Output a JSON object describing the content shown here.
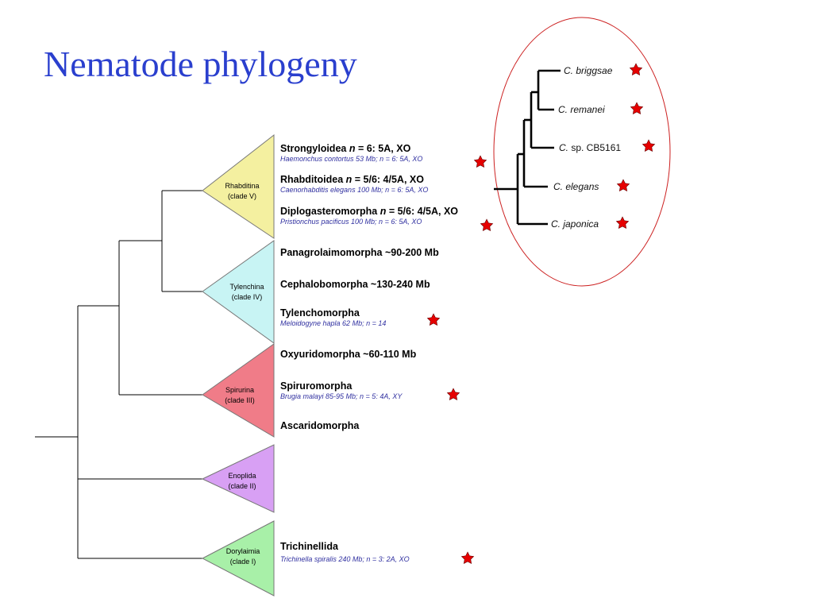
{
  "slide": {
    "title": "Nematode phylogeny"
  },
  "colors": {
    "title": "#2a3fce",
    "clade_V": "#f4f0a0",
    "clade_IV": "#c8f4f4",
    "clade_III": "#f07c88",
    "clade_II": "#d8a0f4",
    "clade_I": "#a8f0a8",
    "subtext": "#3030a0",
    "star": "#e60000",
    "ellipse": "#cc2020"
  },
  "clades": {
    "v": {
      "line1": "Rhabditina",
      "line2": "(clade V)"
    },
    "iv": {
      "line1": "Tylenchina",
      "line2": "(clade IV)"
    },
    "iii": {
      "line1": "Spirurina",
      "line2": "(clade III)"
    },
    "ii": {
      "line1": "Enoplida",
      "line2": "(clade II)"
    },
    "i": {
      "line1": "Dorylaimia",
      "line2": "(clade I)"
    }
  },
  "taxa": {
    "strongyloidea": {
      "name": "Strongyloidea ",
      "n_sym": "n",
      "rest": " = 6: 5A, XO",
      "sub": "Haemonchus contortus 53 Mb;  n = 6: 5A, XO"
    },
    "rhabditoidea": {
      "name": "Rhabditoidea ",
      "n_sym": "n",
      "rest": " = 5/6: 4/5A, XO",
      "sub": "Caenorhabditis elegans 100 Mb;  n = 6: 5A, XO"
    },
    "diplogasteromorpha": {
      "name": "Diplogasteromorpha ",
      "n_sym": "n",
      "rest": " = 5/6: 4/5A, XO",
      "sub": "Pristionchus pacificus 100 Mb;  n = 6: 5A, XO"
    },
    "panagrolaimomorpha": {
      "name": "Panagrolaimomorpha ~90-200 Mb"
    },
    "cephalobomorpha": {
      "name": "Cephalobomorpha ~130-240 Mb"
    },
    "tylenchomorpha": {
      "name": "Tylenchomorpha",
      "sub": "Meloidogyne hapla 62 Mb;  n = 14"
    },
    "oxyuridomorpha": {
      "name": "Oxyuridomorpha ~60-110 Mb"
    },
    "spiruromorpha": {
      "name": "Spiruromorpha",
      "sub": "Brugia malayi 85-95 Mb;  n = 5: 4A, XY"
    },
    "ascaridomorpha": {
      "name": "Ascaridomorpha"
    },
    "trichinellida": {
      "name": "Trichinellida",
      "sub": "Trichinella spiralis 240 Mb;  n = 3: 2A, XO"
    }
  },
  "caeno": {
    "briggsae": {
      "genus": "C.",
      "species": "briggsae"
    },
    "remanei": {
      "genus": "C.",
      "species": "remanei"
    },
    "cb5161": {
      "genus": "C.",
      "species": "sp. CB5161"
    },
    "elegans": {
      "genus": "C.",
      "species": "elegans"
    },
    "japonica": {
      "genus": "C.",
      "species": "japonica"
    }
  }
}
